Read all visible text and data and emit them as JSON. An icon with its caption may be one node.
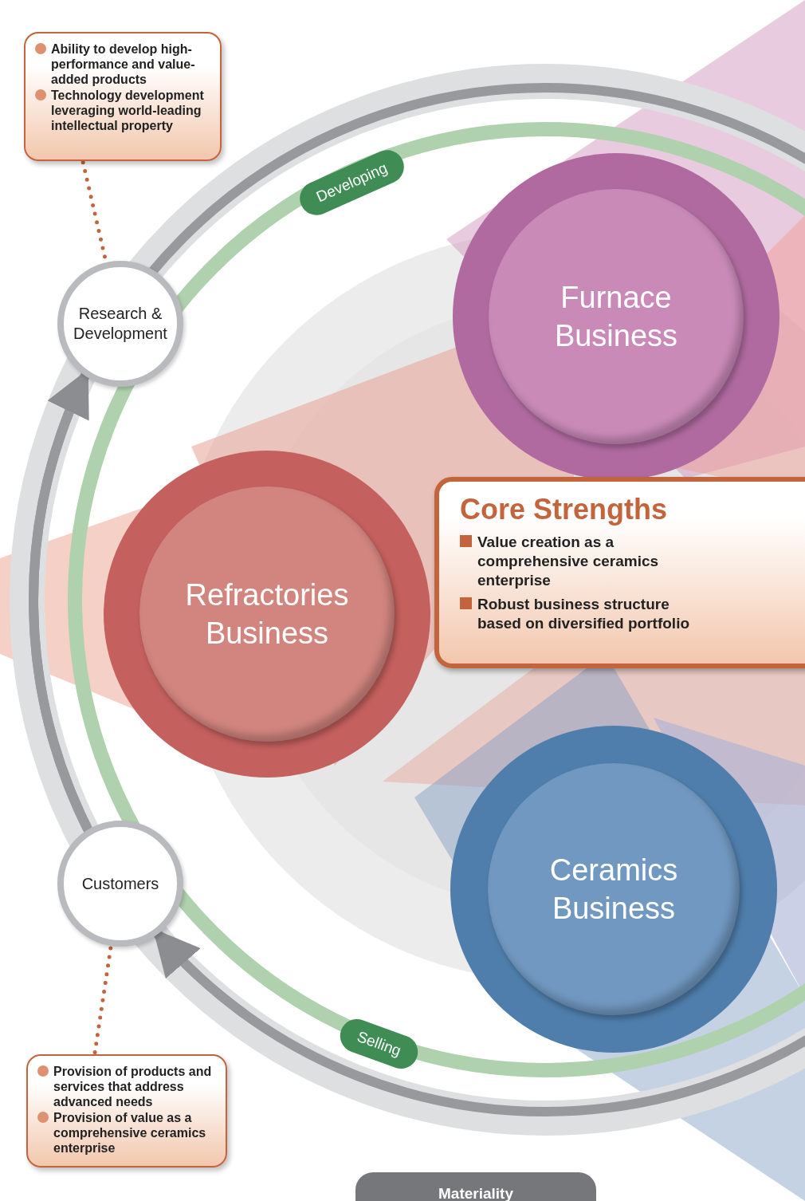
{
  "diagram": {
    "nodes": [
      {
        "text": [
          "Ability to develop high-performance and value-added products",
          "Technology development leveraging world-leading intellectual property"
        ]
      },
      {
        "text": [
          "Research & Development"
        ]
      },
      {
        "text": [
          "Furnace Business"
        ]
      },
      {
        "text": [
          "Core Strengths",
          "Value creation as a comprehensive ceramics enterprise",
          "Robust business structure based on diversified portfolio"
        ]
      },
      {
        "text": [
          "Refractories Business"
        ]
      },
      {
        "text": [
          "Customers"
        ]
      },
      {
        "text": [
          "Ceramics Business"
        ]
      },
      {
        "text": [
          "Provision of products and services that address advanced needs",
          "Provision of value as a comprehensive ceramics enterprise"
        ]
      },
      {
        "text": [
          "Materiality"
        ]
      }
    ],
    "edges": [
      {
        "from": 0,
        "to": 1,
        "arrow": "none",
        "style": "dashed",
        "color": "#c4643c"
      },
      {
        "from": 5,
        "to": 7,
        "arrow": "none",
        "style": "dashed",
        "color": "#c4643c"
      },
      {
        "from": 5,
        "to": 1,
        "arrow": "to",
        "style": "thick",
        "color": "#98999d"
      },
      {
        "from": null,
        "to": 5,
        "arrow": "to",
        "style": "thick",
        "color": "#98999d"
      }
    ],
    "labels": [
      "Developing",
      "Selling"
    ]
  }
}
